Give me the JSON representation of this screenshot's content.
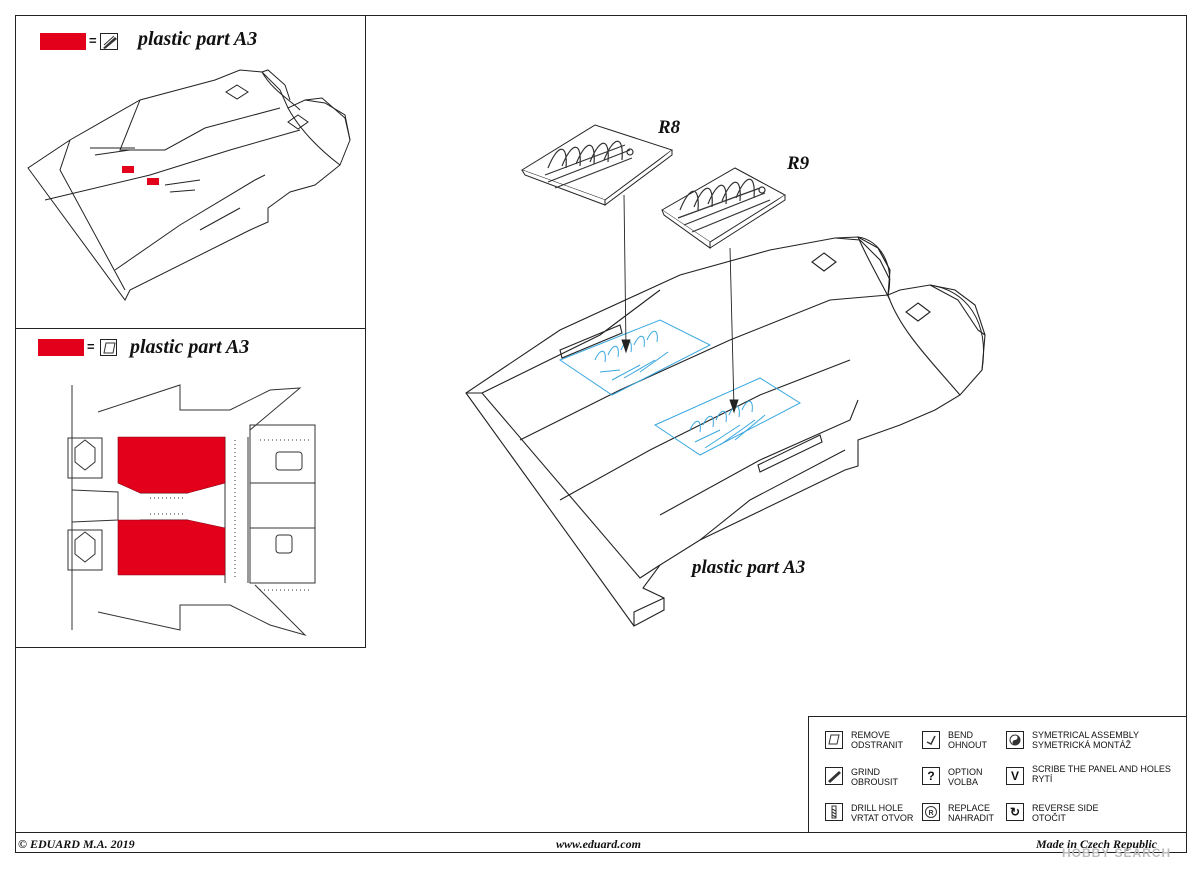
{
  "panel_top_left": {
    "title": "plastic part A3",
    "symbol": "grind-icon",
    "highlight_color": "#e3001b"
  },
  "panel_bottom_left": {
    "title": "plastic part A3",
    "symbol": "remove-icon",
    "highlight_color": "#e3001b"
  },
  "main_view": {
    "part_label_r8": "R8",
    "part_label_r9": "R9",
    "plastic_label": "plastic part A3",
    "photo_etch_color": "#3aa8e0"
  },
  "legend": {
    "items": [
      {
        "icon": "remove-icon",
        "text": "REMOVE\nODSTRANIT"
      },
      {
        "icon": "bend-icon",
        "text": "BEND\nOHNOUT"
      },
      {
        "icon": "symmetrical-icon",
        "text": "SYMETRICAL ASSEMBLY\nSYMETRICKÁ MONTÁŽ"
      },
      {
        "icon": "grind-icon",
        "text": "GRIND\nOBROUSIT"
      },
      {
        "icon": "option-icon",
        "glyph": "?",
        "text": "OPTION\nVOLBA"
      },
      {
        "icon": "scribe-icon",
        "glyph": "V",
        "text": "SCRIBE THE PANEL AND HOLES\nRYTÍ"
      },
      {
        "icon": "drill-icon",
        "text": "DRILL HOLE\nVRTAT OTVOR"
      },
      {
        "icon": "replace-icon",
        "text": "REPLACE\nNAHRADIT"
      },
      {
        "icon": "reverse-icon",
        "glyph": "↻",
        "text": "REVERSE SIDE\nOTOČIT"
      }
    ]
  },
  "footer": {
    "copyright": "© EDUARD  M.A. 2019",
    "website": "www.eduard.com",
    "made_in": "Made in Czech Republic"
  },
  "watermark": "HOBBY SEARCH"
}
